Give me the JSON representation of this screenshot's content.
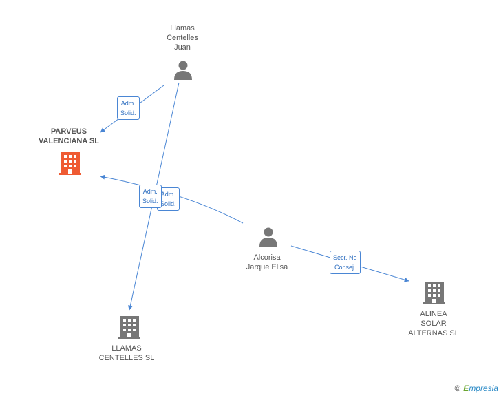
{
  "nodes": {
    "llamas_juan": {
      "label": "Llamas\nCentelles\nJuan",
      "kind": "person"
    },
    "parveus": {
      "label": "PARVEUS\nVALENCIANA SL",
      "kind": "company-main"
    },
    "alcorisa": {
      "label": "Alcorisa\nJarque Elisa",
      "kind": "person"
    },
    "llamas_sl": {
      "label": "LLAMAS\nCENTELLES  SL",
      "kind": "company"
    },
    "alinea": {
      "label": "ALINEA\nSOLAR\nALTERNAS SL",
      "kind": "company"
    }
  },
  "edges": {
    "e1": {
      "label": "Adm.\nSolid."
    },
    "e2": {
      "label": "Adm.\nSolid."
    },
    "e3": {
      "label": "Adm.\nSolid."
    },
    "e4": {
      "label": "Secr.  No\nConsej."
    }
  },
  "footer": {
    "copyright": "©",
    "brand_initial": "E",
    "brand_rest": "mpresia"
  },
  "colors": {
    "edge": "#4a86d4",
    "person": "#777777",
    "company": "#777777",
    "main_company": "#ef5b33"
  }
}
